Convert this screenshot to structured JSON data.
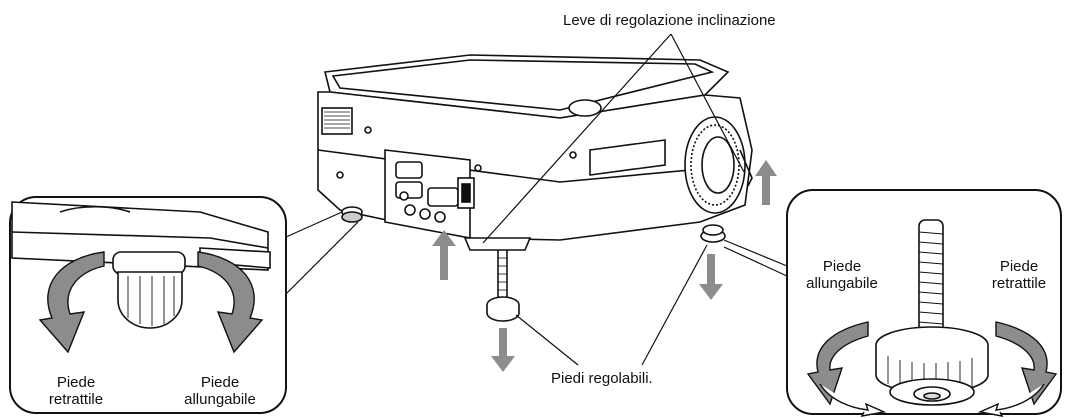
{
  "labels": {
    "tilt_levers": "Leve di regolazione inclinazione",
    "adjustable_feet": "Piedi regolabili.",
    "left_inset_left_1": "Piede",
    "left_inset_left_2": "retrattile",
    "left_inset_right_1": "Piede",
    "left_inset_right_2": "allungabile",
    "right_inset_left_1": "Piede",
    "right_inset_left_2": "allungabile",
    "right_inset_right_1": "Piede",
    "right_inset_right_2": "retrattile"
  },
  "colors": {
    "line": "#111111",
    "arrow_gray": "#8c8c8c",
    "arrow_light": "#ffffff",
    "body_fill": "#ffffff",
    "shade": "#d0d0d0"
  },
  "icons": [
    "projector-illustration",
    "rotate-arrow-icon",
    "up-arrow-icon",
    "down-arrow-icon"
  ]
}
